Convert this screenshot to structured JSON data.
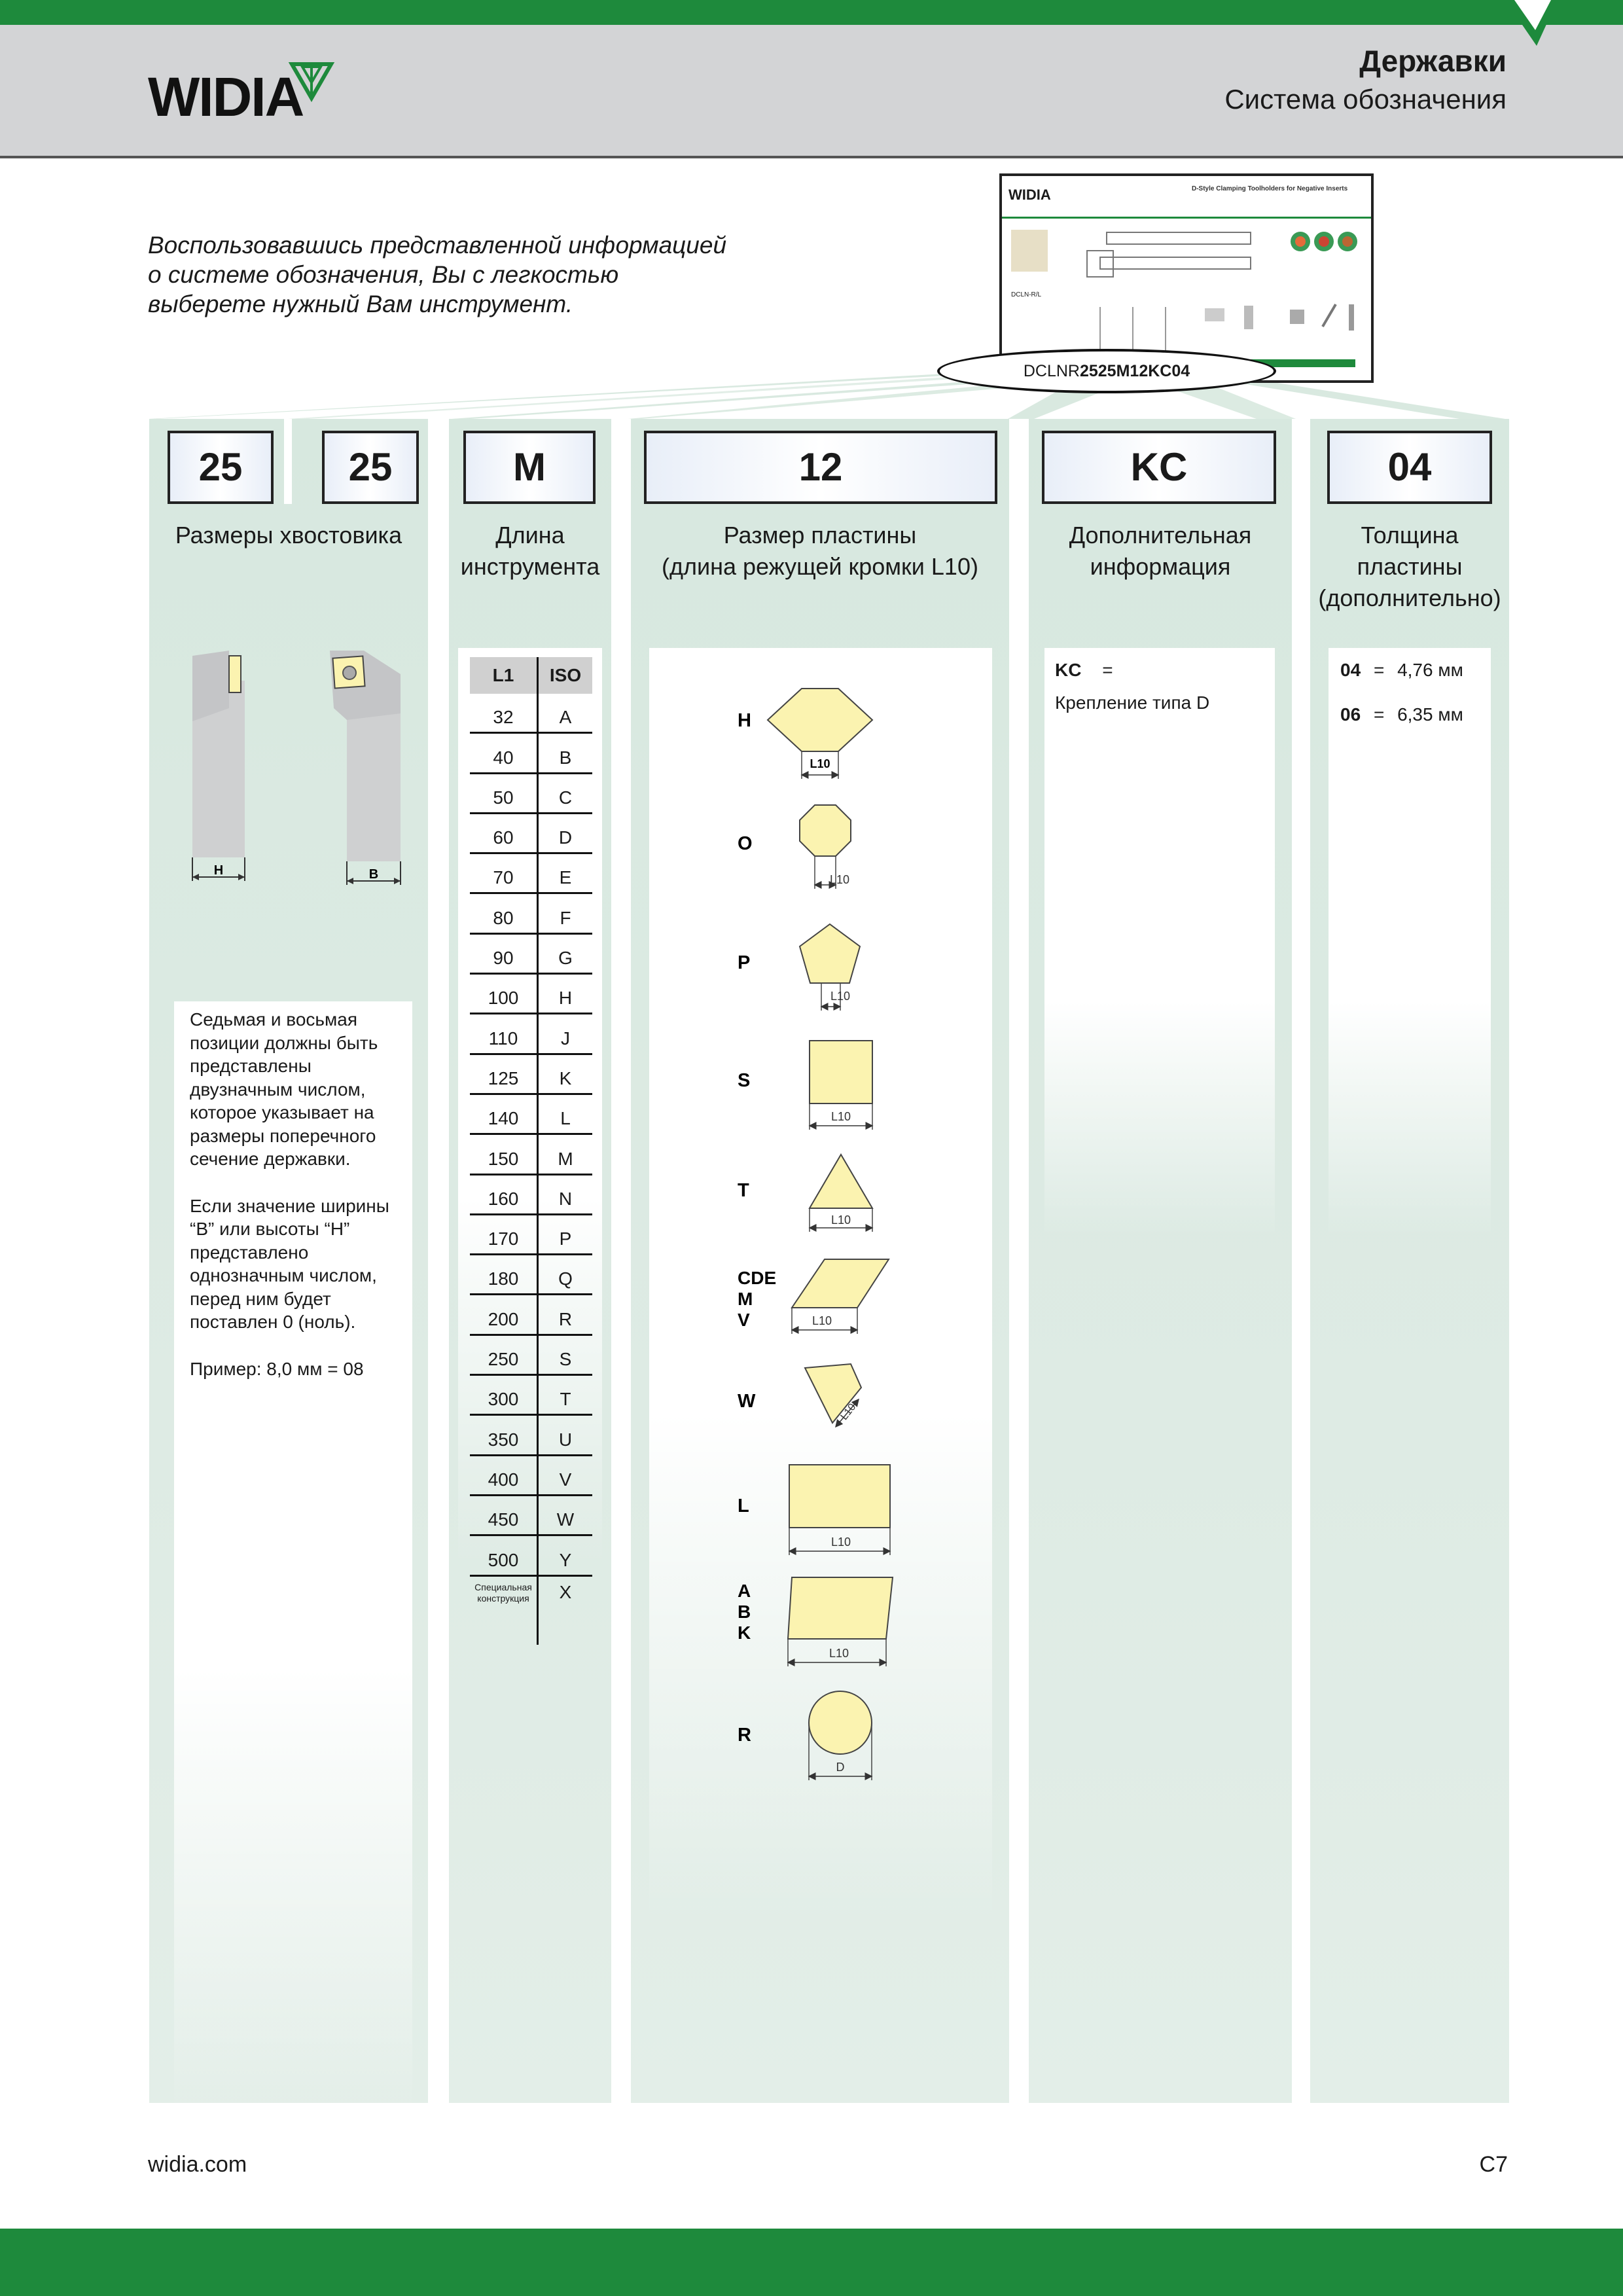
{
  "header": {
    "logo_text": "WIDIA",
    "title": "Державки",
    "subtitle": "Система обозначения"
  },
  "intro": {
    "text": "Воспользовавшись представленной информацией о системе обозначения, Вы с легкостью выберете нужный Вам инструмент."
  },
  "catalog": {
    "logo_text": "WIDIA",
    "heading": "D-Style Clamping Toolholders for Negative Inserts",
    "item_label": "DCLN-R/L"
  },
  "designation": {
    "prefix": "DCLNR",
    "bold_part": "2525M12KC04"
  },
  "columns": {
    "shank": {
      "code1": "25",
      "code2": "25",
      "title": "Размеры хвостовика",
      "label_h": "H",
      "label_b": "B",
      "note_paragraphs": [
        "Седьмая и восьмая позиции должны быть представлены двузначным числом, которое указывает на размеры поперечного сечение державки.",
        "Если значение ширины “B” или высоты “H” представлено однозначным числом, перед ним будет поставлен 0 (ноль).",
        "Пример: 8,0 мм = 08"
      ]
    },
    "length": {
      "code": "M",
      "title_line1": "Длина",
      "title_line2": "инструмента",
      "col_a": "L1",
      "col_b": "ISO",
      "rows": [
        [
          "32",
          "A"
        ],
        [
          "40",
          "B"
        ],
        [
          "50",
          "C"
        ],
        [
          "60",
          "D"
        ],
        [
          "70",
          "E"
        ],
        [
          "80",
          "F"
        ],
        [
          "90",
          "G"
        ],
        [
          "100",
          "H"
        ],
        [
          "110",
          "J"
        ],
        [
          "125",
          "K"
        ],
        [
          "140",
          "L"
        ],
        [
          "150",
          "M"
        ],
        [
          "160",
          "N"
        ],
        [
          "170",
          "P"
        ],
        [
          "180",
          "Q"
        ],
        [
          "200",
          "R"
        ],
        [
          "250",
          "S"
        ],
        [
          "300",
          "T"
        ],
        [
          "350",
          "U"
        ],
        [
          "400",
          "V"
        ],
        [
          "450",
          "W"
        ],
        [
          "500",
          "Y"
        ]
      ],
      "special_label": "Специальная конструкция",
      "special_code": "X"
    },
    "insert_size": {
      "code": "12",
      "title_line1": "Размер пластины",
      "title_line2": "(длина режущей кромки L10)",
      "dim_label": "L10",
      "round_label": "D",
      "shapes": [
        "H",
        "O",
        "P",
        "S",
        "T",
        "CDE M V",
        "W",
        "L",
        "A B K",
        "R"
      ]
    },
    "extra": {
      "code": "KC",
      "title_line1": "Дополнительная",
      "title_line2": "информация",
      "key": "KC",
      "eq": "=",
      "desc": "Крепление типа D"
    },
    "thickness": {
      "code": "04",
      "title_line1": "Толщина",
      "title_line2": "пластины",
      "title_line3": "(дополнительно)",
      "rows": [
        {
          "code": "04",
          "eq": "=",
          "value": "4,76 мм"
        },
        {
          "code": "06",
          "eq": "=",
          "value": "6,35 мм"
        }
      ]
    }
  },
  "footer": {
    "site": "widia.com",
    "page": "C7"
  },
  "colors": {
    "brand_green": "#1e8a3c",
    "header_gray": "#d3d4d6",
    "column_green": "#d7e8df",
    "insert_yellow": "#fbf3b0"
  }
}
